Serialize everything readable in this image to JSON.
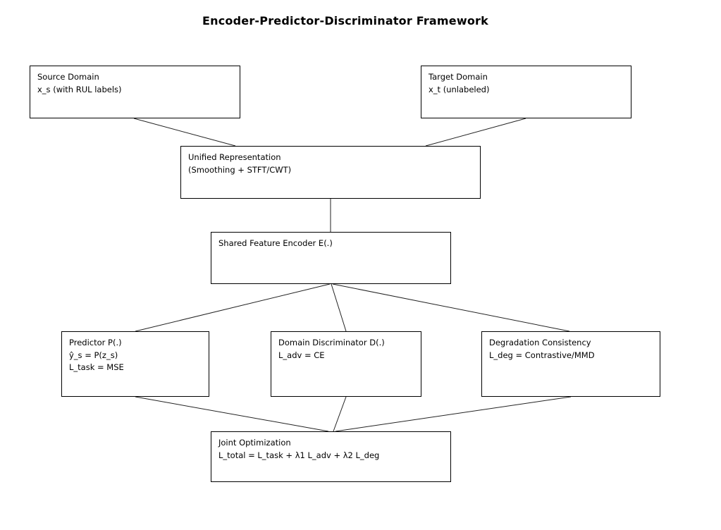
{
  "title": "Encoder-Predictor-Discriminator Framework",
  "nodes": {
    "source": {
      "lines": [
        "Source Domain",
        "x_s (with RUL labels)"
      ]
    },
    "target": {
      "lines": [
        "Target Domain",
        "x_t (unlabeled)"
      ]
    },
    "unified": {
      "lines": [
        "Unified Representation",
        "(Smoothing + STFT/CWT)"
      ]
    },
    "encoder": {
      "lines": [
        "Shared Feature Encoder E(.)"
      ]
    },
    "predictor": {
      "lines": [
        "Predictor P(.)",
        "ŷ_s = P(z_s)",
        "L_task = MSE"
      ]
    },
    "discriminator": {
      "lines": [
        "Domain Discriminator D(.)",
        "L_adv = CE"
      ]
    },
    "degradation": {
      "lines": [
        "Degradation Consistency",
        "L_deg = Contrastive/MMD"
      ]
    },
    "joint": {
      "lines": [
        "Joint Optimization",
        "L_total = L_task + λ1 L_adv + λ2 L_deg"
      ]
    }
  },
  "colors": {
    "background": "#ffffff",
    "box_fill": "#ffffff",
    "box_border": "#000000",
    "edge_line": "#222222",
    "text": "#000000"
  }
}
